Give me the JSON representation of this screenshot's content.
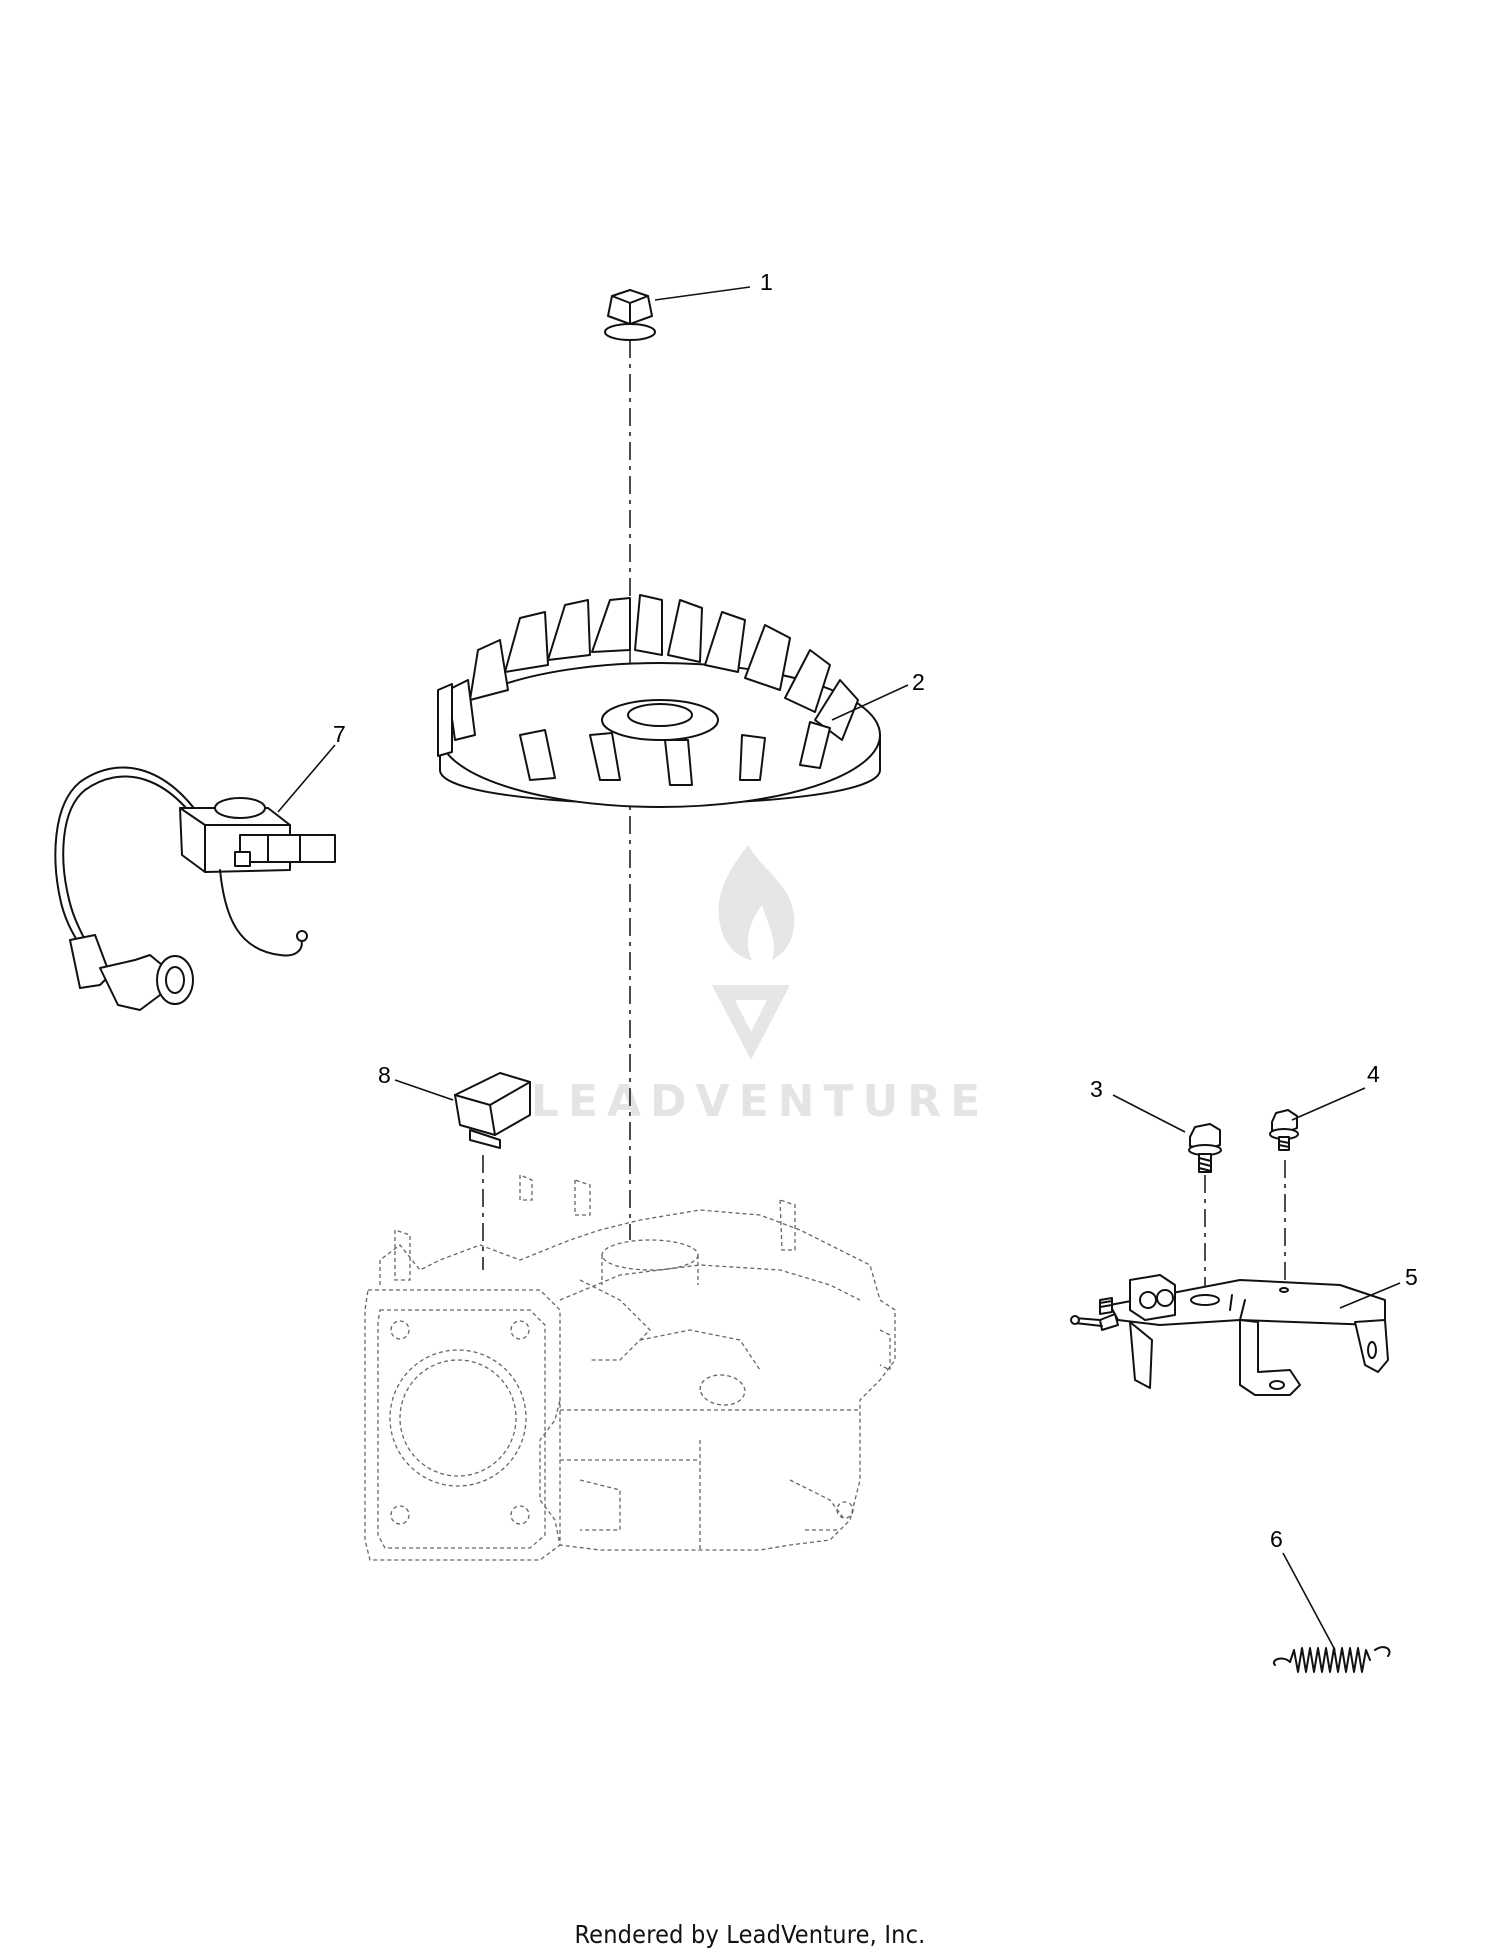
{
  "diagram": {
    "callouts": [
      {
        "id": "1",
        "label": "1"
      },
      {
        "id": "2",
        "label": "2"
      },
      {
        "id": "3",
        "label": "3"
      },
      {
        "id": "4",
        "label": "4"
      },
      {
        "id": "5",
        "label": "5"
      },
      {
        "id": "6",
        "label": "6"
      },
      {
        "id": "7",
        "label": "7"
      },
      {
        "id": "8",
        "label": "8"
      }
    ],
    "watermark": {
      "text": "LEADVENTURE",
      "color": "#e4e4e4"
    }
  },
  "footer": {
    "text": "Rendered by LeadVenture, Inc."
  }
}
